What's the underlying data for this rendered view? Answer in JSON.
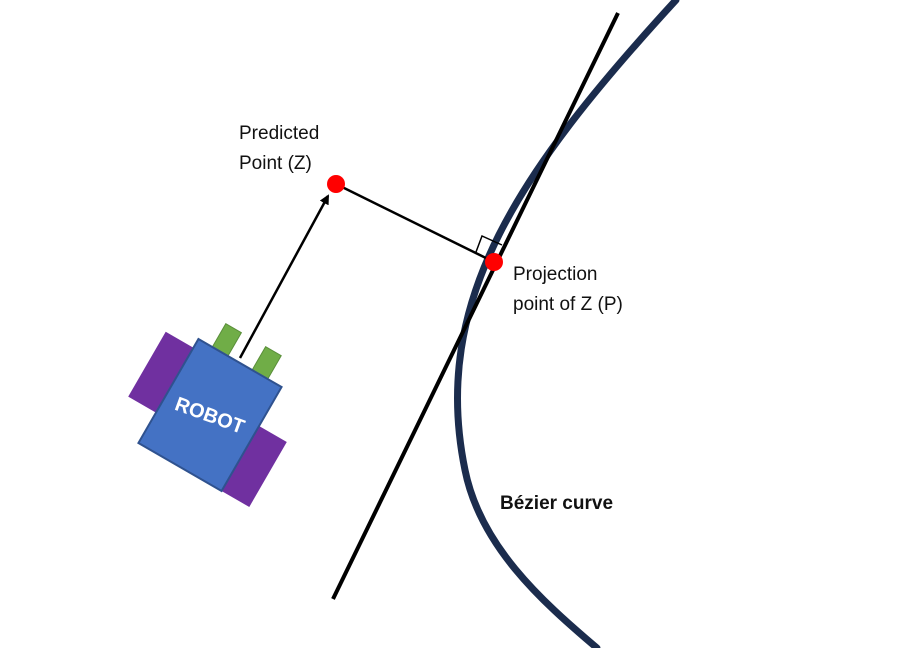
{
  "labels": {
    "predicted_point": {
      "line1": "Predicted",
      "line2": "Point (Z)"
    },
    "projection_point": {
      "line1": "Projection",
      "line2": "point of Z (P)"
    },
    "curve": "Bézier curve",
    "robot": "ROBOT"
  },
  "colors": {
    "curve": "#1b2c4d",
    "tangent_line": "#000000",
    "robot_body": "#4472c4",
    "robot_wheels": "#7030a0",
    "robot_sensors": "#70ad47",
    "points": "#ff0000"
  },
  "icons": {
    "robot": "robot-icon"
  }
}
